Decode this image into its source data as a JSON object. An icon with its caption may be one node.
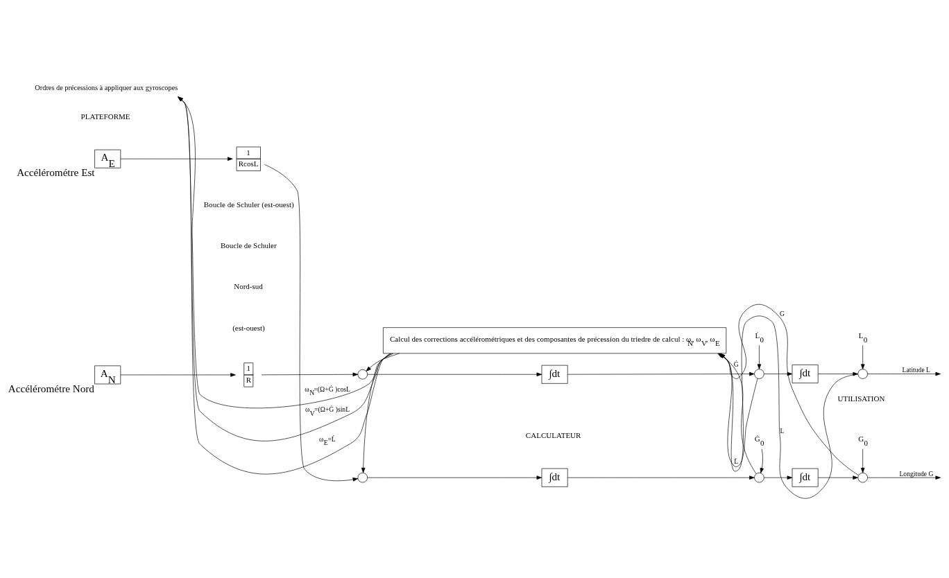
{
  "diagram": {
    "nodes": [
      {
        "text": [
          "A$_{E}$"
        ],
        "beside": [
          "Accélérométre Est"
        ]
      },
      {
        "text": [
          "1",
          "RcosL"
        ]
      },
      {
        "text": [],
        "shape": "circle"
      },
      {
        "text": [
          "∫dt"
        ]
      },
      {
        "text": [],
        "shape": "circle"
      },
      {
        "text": [
          "∫dt"
        ]
      },
      {
        "text": [],
        "shape": "circle"
      },
      {
        "text": [
          "Ġ$_{0}$"
        ]
      },
      {
        "text": [
          "G$_{0}$"
        ]
      },
      {
        "text": [
          "Calcul des corrections accélérométriques et des composantes de précession du triedre de calcul : ω$_{N}$, ω$_{V}$, ω$_{E}$"
        ]
      },
      {
        "text": [
          "Ordres de précessions à appliquer aux gyroscopes"
        ]
      },
      {
        "text": [
          "A$_{N}$"
        ],
        "beside": [
          "Accélérométre Nord"
        ]
      },
      {
        "text": [
          "1",
          "R"
        ]
      },
      {
        "text": [],
        "shape": "circle"
      },
      {
        "text": [
          "∫dt"
        ]
      },
      {
        "text": [],
        "shape": "circle"
      },
      {
        "text": [
          "∫dt"
        ]
      },
      {
        "text": [],
        "shape": "circle"
      },
      {
        "text": [
          "L̇$_{0}$"
        ]
      },
      {
        "text": [
          "L$_{0}$"
        ]
      }
    ],
    "edges": [
      {
        "from": 0,
        "to": 1,
        "arrow": "to"
      },
      {
        "from": 1,
        "to": 2,
        "arrow": "to"
      },
      {
        "from": 2,
        "to": 3,
        "arrow": "to"
      },
      {
        "from": 3,
        "to": 4,
        "arrow": "to"
      },
      {
        "from": 4,
        "to": 5,
        "arrow": "to"
      },
      {
        "from": 5,
        "to": 6,
        "arrow": "to"
      },
      {
        "from": 7,
        "to": 4,
        "arrow": "to"
      },
      {
        "from": 8,
        "to": 6,
        "arrow": "to"
      },
      {
        "from": 6,
        "to": null,
        "arrow": "to",
        "label": "Longitude G"
      },
      {
        "from": 4,
        "to": 9,
        "arrow": "to",
        "label": "Ġ"
      },
      {
        "from": 6,
        "to": 9,
        "arrow": "to",
        "label": "G"
      },
      {
        "from": 9,
        "to": 2,
        "arrow": "to"
      },
      {
        "from": 9,
        "to": 10,
        "arrow": "to",
        "label": "ω$_{N}$=(Ω+Ġ )cosL"
      },
      {
        "from": 9,
        "to": 10,
        "arrow": "to",
        "label": "ω$_{V}$=(Ω+Ġ )sinL"
      },
      {
        "from": 9,
        "to": 10,
        "arrow": "to",
        "label": "ω$_{E}$=L̇"
      },
      {
        "from": 11,
        "to": 12,
        "arrow": "to"
      },
      {
        "from": 12,
        "to": 13,
        "arrow": "to"
      },
      {
        "from": 9,
        "to": 13,
        "arrow": "to"
      },
      {
        "from": 13,
        "to": 14,
        "arrow": "to"
      },
      {
        "from": 14,
        "to": 15,
        "arrow": "to"
      },
      {
        "from": 15,
        "to": 16,
        "arrow": "to"
      },
      {
        "from": 16,
        "to": 17,
        "arrow": "to"
      },
      {
        "from": 18,
        "to": 15,
        "arrow": "to"
      },
      {
        "from": 19,
        "to": 17,
        "arrow": "to"
      },
      {
        "from": 15,
        "to": 9,
        "arrow": "to",
        "label": "L̇"
      },
      {
        "from": 17,
        "to": 9,
        "arrow": "to",
        "label": "L"
      },
      {
        "from": 17,
        "to": null,
        "arrow": "to",
        "label": "Latitude L"
      }
    ],
    "labels": [
      "PLATEFORME",
      "CALCULATEUR",
      "UTILISATION",
      "Boucle de Schuler (est-ouest)",
      "Boucle de Schuler",
      "Nord-sud",
      "(est-ouest)"
    ]
  }
}
